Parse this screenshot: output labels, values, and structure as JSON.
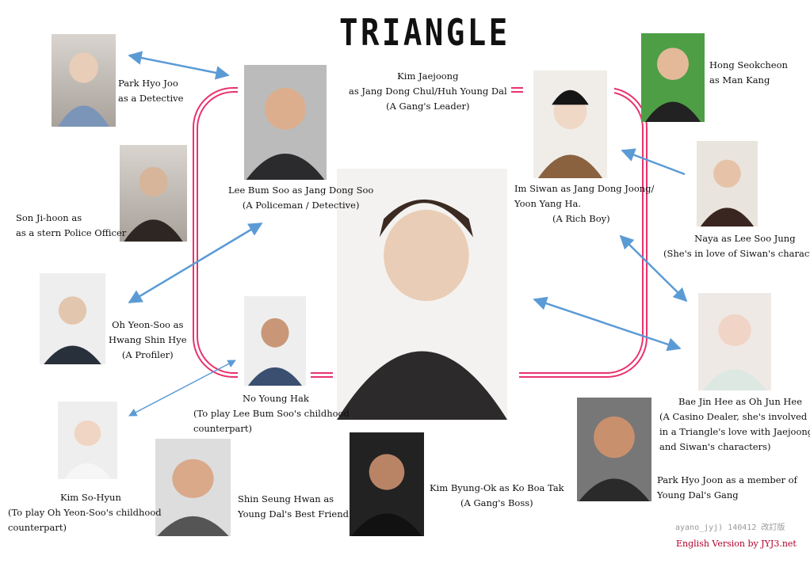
{
  "title": "TRIANGLE",
  "cast": {
    "park_hyo_joo": [
      "Park Hyo Joo",
      "as a Detective"
    ],
    "son_jihoon": [
      "Son Ji-hoon as",
      "as a stern Police Officer"
    ],
    "oh_yeonsoo": [
      "Oh Yeon-Soo as",
      "Hwang Shin Hye",
      "(A Profiler)"
    ],
    "kim_sohyun": [
      "Kim So-Hyun",
      "(To play Oh Yeon-Soo's childhood",
      "counterpart)"
    ],
    "shin_seunghwan": [
      "Shin Seung Hwan as",
      "Young Dal's Best Friend"
    ],
    "no_younghak": [
      "No Young Hak",
      "(To play Lee Bum Soo's childhood",
      "counterpart)"
    ],
    "lee_bumsoo": [
      "Lee Bum Soo as Jang Dong Soo",
      "(A Policeman / Detective)"
    ],
    "kim_jaejoong": [
      "Kim Jaejoong",
      "as Jang Dong Chul/Huh Young Dal",
      "(A Gang's Leader)"
    ],
    "kim_byungok": [
      "Kim Byung-Ok as Ko Boa Tak",
      "(A Gang's Boss)"
    ],
    "im_siwan": [
      "Im Siwan as Jang Dong Joong/",
      "Yoon Yang Ha.",
      "(A Rich Boy)"
    ],
    "hong_seokcheon": [
      "Hong Seokcheon",
      "as Man Kang"
    ],
    "naya": [
      "Naya as Lee Soo Jung",
      "(She's in love of Siwan's character)"
    ],
    "bae_jinhee": [
      "Bae Jin Hee as Oh Jun Hee",
      "(A Casino Dealer, she's involved",
      "in a Triangle's love with Jaejoong",
      "and Siwan's characters)"
    ],
    "park_hyojoon": [
      "Park Hyo Joon as a member of",
      "Young Dal's Gang"
    ]
  },
  "credits": {
    "author": "ayano_jyj)  140412 改訂版",
    "english": "English Version by JYJ3.net"
  },
  "colors": {
    "frame": "#e8336d",
    "arrow": "#5b9bd5",
    "credit": "#b0002a"
  }
}
